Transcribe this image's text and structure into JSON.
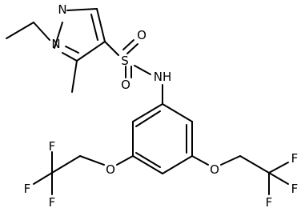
{
  "atoms": {
    "n_pyrazole_2": "N",
    "n_pyrazole_1": "N",
    "sulfur": "S",
    "oxygen_top": "O",
    "oxygen_bottom": "O",
    "nh": "NH",
    "oxygen_ether_left": "O",
    "oxygen_ether_right": "O",
    "fluorine_left_1": "F",
    "fluorine_left_2": "F",
    "fluorine_left_3": "F",
    "fluorine_right_1": "F",
    "fluorine_right_2": "F",
    "fluorine_right_3": "F"
  },
  "colors": {
    "bond": "#000000",
    "label": "#000000",
    "background": "#ffffff"
  }
}
